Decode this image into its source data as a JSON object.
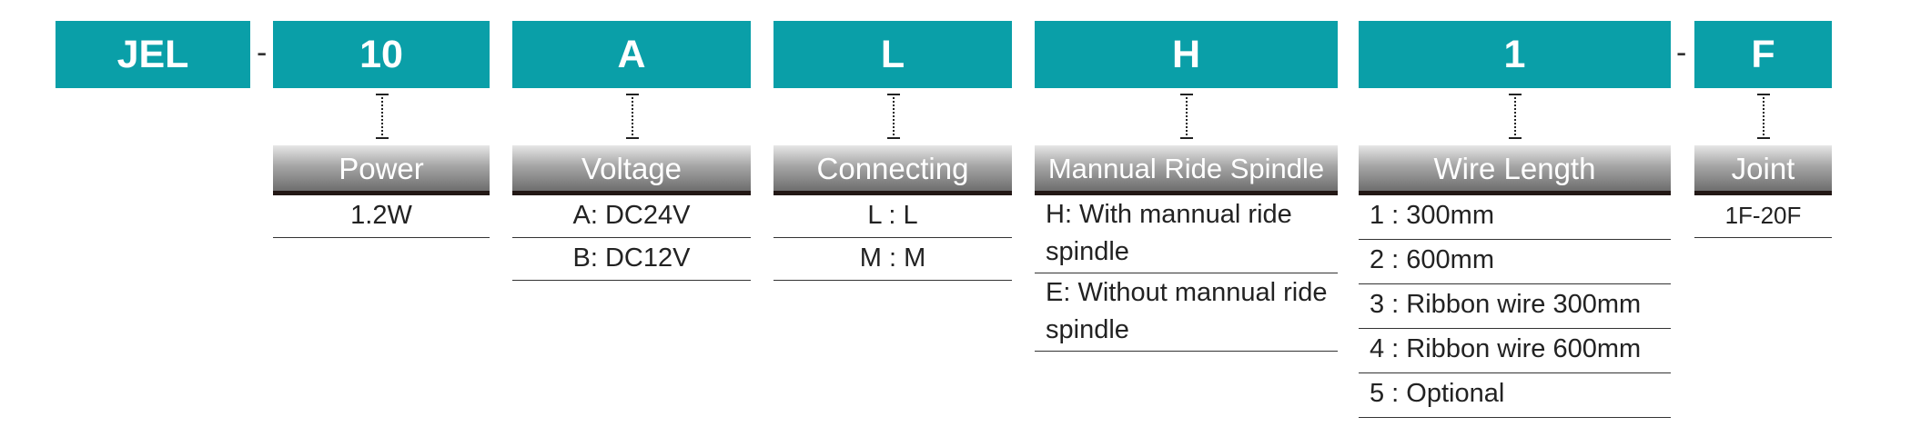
{
  "segments": [
    {
      "code": "JEL"
    },
    {
      "code": "10",
      "label": "Power",
      "options": [
        "1.2W"
      ]
    },
    {
      "code": "A",
      "label": "Voltage",
      "options": [
        "A: DC24V",
        "B: DC12V"
      ]
    },
    {
      "code": "L",
      "label": "Connecting",
      "options": [
        "L : L",
        "M : M"
      ]
    },
    {
      "code": "H",
      "label": "Mannual Ride Spindle",
      "options": [
        "H:  With mannual ride spindle",
        "E:  Without mannual ride spindle"
      ]
    },
    {
      "code": "1",
      "label": "Wire Length",
      "options": [
        "1 : 300mm",
        "2 : 600mm",
        "3 : Ribbon wire 300mm",
        "4 : Ribbon wire 600mm",
        "5 : Optional"
      ]
    },
    {
      "code": "F",
      "label": "Joint",
      "options": [
        "1F-20F"
      ]
    }
  ],
  "separators": [
    "-",
    "-"
  ],
  "colors": {
    "code_box": "#0a9fa8",
    "header_bottom_border": "#231815"
  }
}
